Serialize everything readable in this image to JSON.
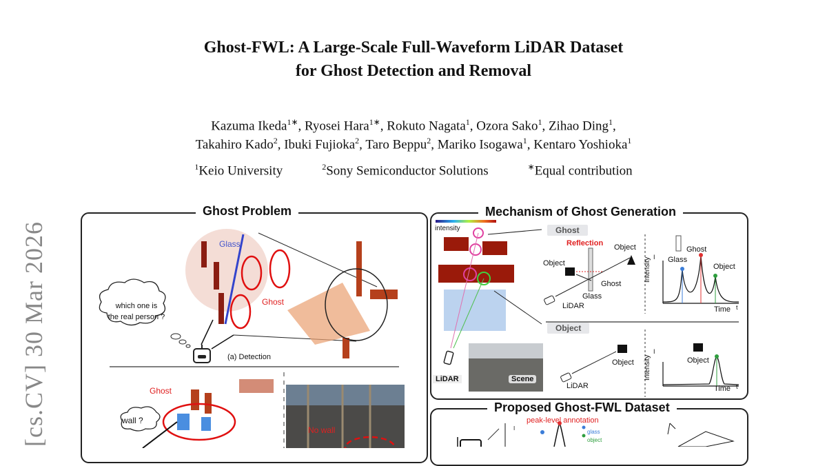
{
  "side_stamp": "[cs.CV]   30 Mar 2026",
  "title_line1": "Ghost-FWL: A Large-Scale Full-Waveform LiDAR Dataset",
  "title_line2": "for Ghost Detection and Removal",
  "authors_line1": [
    {
      "name": "Kazuma Ikeda",
      "sup": "1∗"
    },
    {
      "name": "Ryosei Hara",
      "sup": "1∗"
    },
    {
      "name": "Rokuto Nagata",
      "sup": "1"
    },
    {
      "name": "Ozora Sako",
      "sup": "1"
    },
    {
      "name": "Zihao Ding",
      "sup": "1"
    }
  ],
  "authors_line2": [
    {
      "name": "Takahiro Kado",
      "sup": "2"
    },
    {
      "name": "Ibuki Fujioka",
      "sup": "2"
    },
    {
      "name": "Taro Beppu",
      "sup": "2"
    },
    {
      "name": "Mariko Isogawa",
      "sup": "1"
    },
    {
      "name": "Kentaro Yoshioka",
      "sup": "1"
    }
  ],
  "affiliations": [
    {
      "sup": "1",
      "name": "Keio University"
    },
    {
      "sup": "2",
      "name": "Sony Semiconductor Solutions"
    },
    {
      "sup": "∗",
      "name": "Equal contribution"
    }
  ],
  "figure": {
    "ghost_problem": {
      "title": "Ghost Problem",
      "glass": "Glass",
      "ghost": "Ghost",
      "thought1": "which one is",
      "thought2": "the real person ?",
      "caption_a": "(a) Detection",
      "ghost2": "Ghost",
      "thought3": "wall ?",
      "no_wall": "No wall"
    },
    "mechanism": {
      "title": "Mechanism of Ghost Generation",
      "intensity": "intensity",
      "ghost_tag": "Ghost",
      "object_tag": "Object",
      "reflection": "Reflection",
      "object": "Object",
      "ghost": "Ghost",
      "glass": "Glass",
      "lidar": "LiDAR",
      "axis_i": "I",
      "axis_intensity": "Intensity",
      "axis_time": "Time",
      "axis_t": "t",
      "lidar_label": "LiDAR",
      "scene_label": "Scene"
    },
    "dataset": {
      "title": "Proposed Ghost-FWL Dataset",
      "peak_annotation": "peak-level annotation",
      "legend_glass": "glass",
      "legend_object": "object",
      "axis_i": "I",
      "colors": {
        "glass": "#3b7dd8",
        "object": "#2e9e3e",
        "ghost": "#e03030"
      }
    }
  }
}
